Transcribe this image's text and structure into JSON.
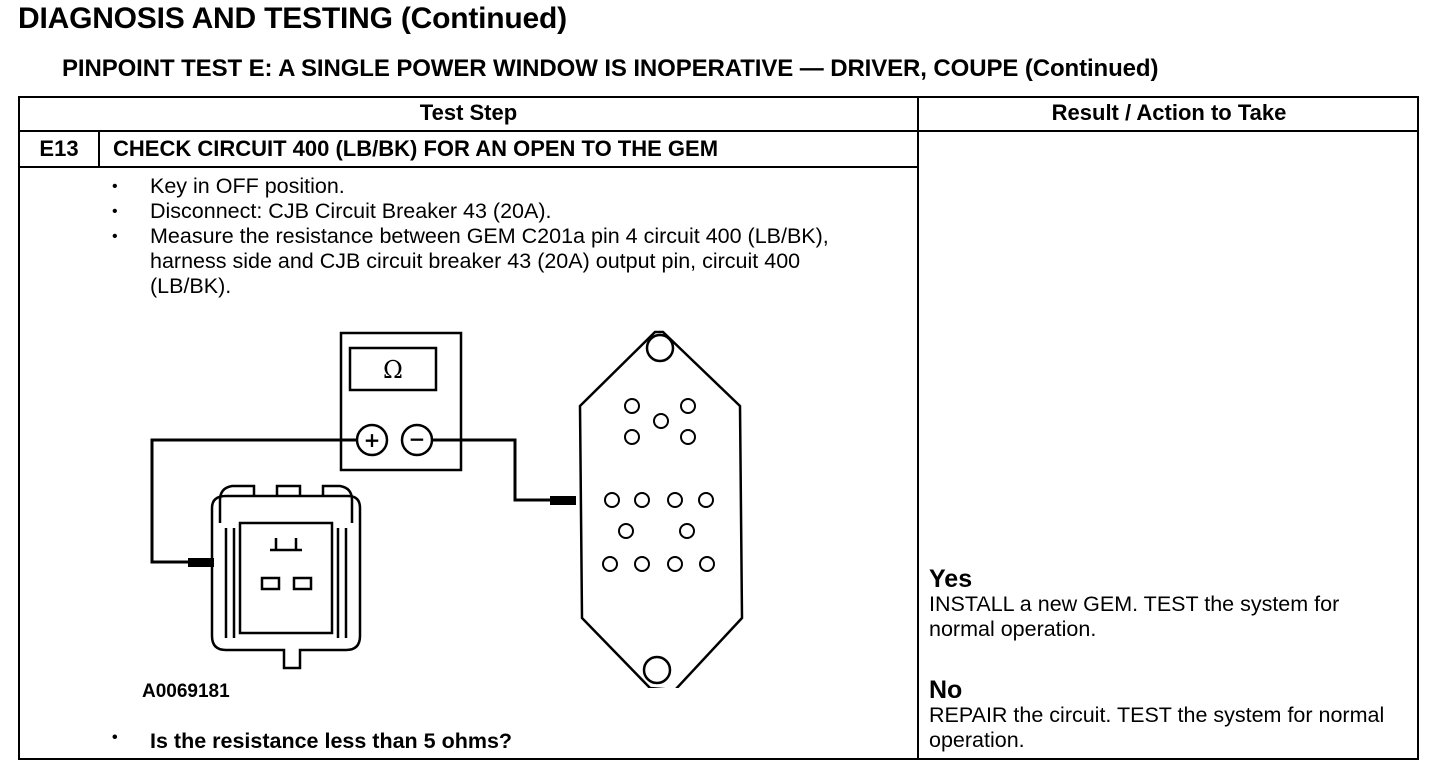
{
  "page": {
    "title": "DIAGNOSIS AND TESTING (Continued)",
    "subtitle": "PINPOINT TEST  E: A SINGLE POWER WINDOW IS INOPERATIVE — DRIVER, COUPE (Continued)"
  },
  "table": {
    "headers": {
      "test_step": "Test Step",
      "result_action": "Result / Action to Take"
    },
    "step": {
      "id": "E13",
      "title": "CHECK CIRCUIT 400 (LB/BK) FOR AN OPEN TO THE GEM",
      "instructions": [
        "Key in OFF position.",
        "Disconnect: CJB Circuit Breaker 43 (20A).",
        "Measure the resistance between GEM C201a pin 4 circuit 400 (LB/BK), harness side and CJB circuit breaker 43 (20A) output pin, circuit 400 (LB/BK)."
      ],
      "question": "Is the resistance less than 5 ohms?"
    },
    "figure": {
      "id": "A0069181",
      "meter_symbol": "Ω",
      "plus_symbol": "+",
      "minus_symbol": "−"
    },
    "results": [
      {
        "label": "Yes",
        "action": "INSTALL a new GEM.  TEST the system for normal operation."
      },
      {
        "label": "No",
        "action": "REPAIR the circuit. TEST the system for normal operation."
      }
    ]
  }
}
